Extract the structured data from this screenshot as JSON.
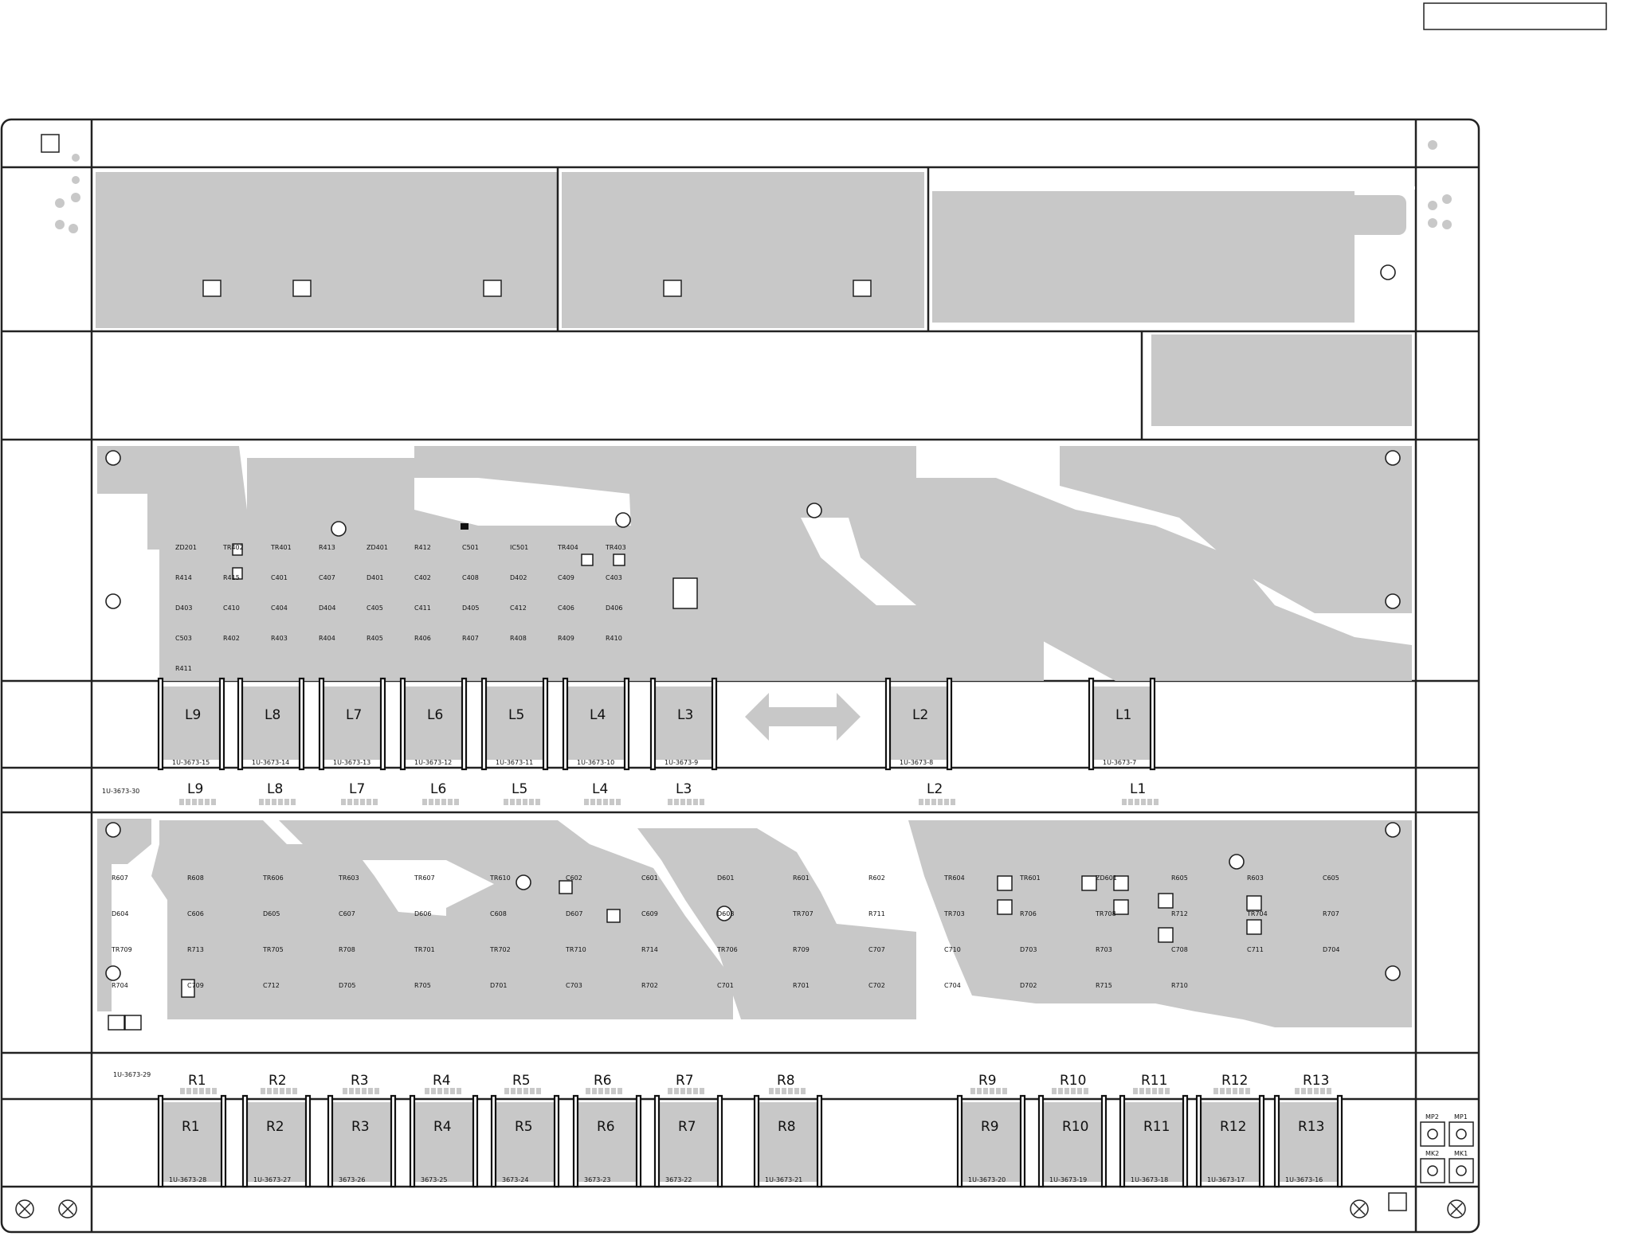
{
  "board": {
    "colors": {
      "copper": "#c8c8c8",
      "outline": "#222222",
      "background": "#ffffff"
    },
    "rows": {
      "coil_strip_upper": {
        "labels": [
          "L9",
          "L8",
          "L7",
          "L6",
          "L5",
          "L4",
          "L3",
          "L2",
          "L1"
        ],
        "codes": [
          "1U-3673-15",
          "1U-3673-14",
          "1U-3673-13",
          "1U-3673-12",
          "1U-3673-11",
          "1U-3673-10",
          "1U-3673-9",
          "1U-3673-8",
          "1U-3673-7"
        ]
      },
      "mid_strip": {
        "code": "1U-3673-30",
        "labels": [
          "L9",
          "L8",
          "L7",
          "L6",
          "L5",
          "L4",
          "L3",
          "L2",
          "L1"
        ]
      },
      "pad_strip_lower": {
        "code": "1U-3673-29",
        "labels": [
          "R1",
          "R2",
          "R3",
          "R4",
          "R5",
          "R6",
          "R7",
          "R8",
          "R9",
          "R10",
          "R11",
          "R12",
          "R13"
        ]
      },
      "coil_strip_lower": {
        "labels": [
          "R1",
          "R2",
          "R3",
          "R4",
          "R5",
          "R6",
          "R7",
          "R8",
          "R9",
          "R10",
          "R11",
          "R12",
          "R13"
        ],
        "codes": [
          "1U-3673-28",
          "1U-3673-27",
          "3673-26",
          "3673-25",
          "3673-24",
          "3673-23",
          "3673-22",
          "1U-3673-21",
          "1U-3673-20",
          "1U-3673-19",
          "1U-3673-18",
          "1U-3673-17",
          "1U-3673-16"
        ]
      }
    },
    "upper_components": [
      "ZD201",
      "TR402",
      "TR401",
      "R413",
      "ZD401",
      "R412",
      "C501",
      "IC501",
      "TR404",
      "TR403",
      "R414",
      "R415",
      "C401",
      "C407",
      "D401",
      "C402",
      "C408",
      "D402",
      "C409",
      "C403",
      "D403",
      "C410",
      "C404",
      "D404",
      "C405",
      "C411",
      "D405",
      "C412",
      "C406",
      "D406",
      "C503",
      "R402",
      "R403",
      "R404",
      "R405",
      "R406",
      "R407",
      "R408",
      "R409",
      "R410",
      "R411"
    ],
    "lower_components": [
      "R607",
      "R608",
      "TR606",
      "TR603",
      "TR607",
      "TR610",
      "C602",
      "C601",
      "D601",
      "R601",
      "R602",
      "TR604",
      "TR601",
      "ZD601",
      "R605",
      "R603",
      "C605",
      "D604",
      "C606",
      "D605",
      "C607",
      "D606",
      "C608",
      "D607",
      "C609",
      "D608",
      "TR707",
      "R711",
      "TR703",
      "R706",
      "TR708",
      "R712",
      "TR704",
      "R707",
      "TR709",
      "R713",
      "TR705",
      "R708",
      "TR701",
      "TR702",
      "TR710",
      "R714",
      "TR706",
      "R709",
      "C707",
      "C710",
      "D703",
      "R703",
      "C708",
      "C711",
      "D704",
      "R704",
      "C709",
      "C712",
      "D705",
      "R705",
      "D701",
      "C703",
      "R702",
      "C701",
      "R701",
      "C702",
      "C704",
      "D702",
      "R715",
      "R710"
    ],
    "corner_labels": [
      "MP2",
      "MP1",
      "MK2",
      "MK1"
    ]
  }
}
